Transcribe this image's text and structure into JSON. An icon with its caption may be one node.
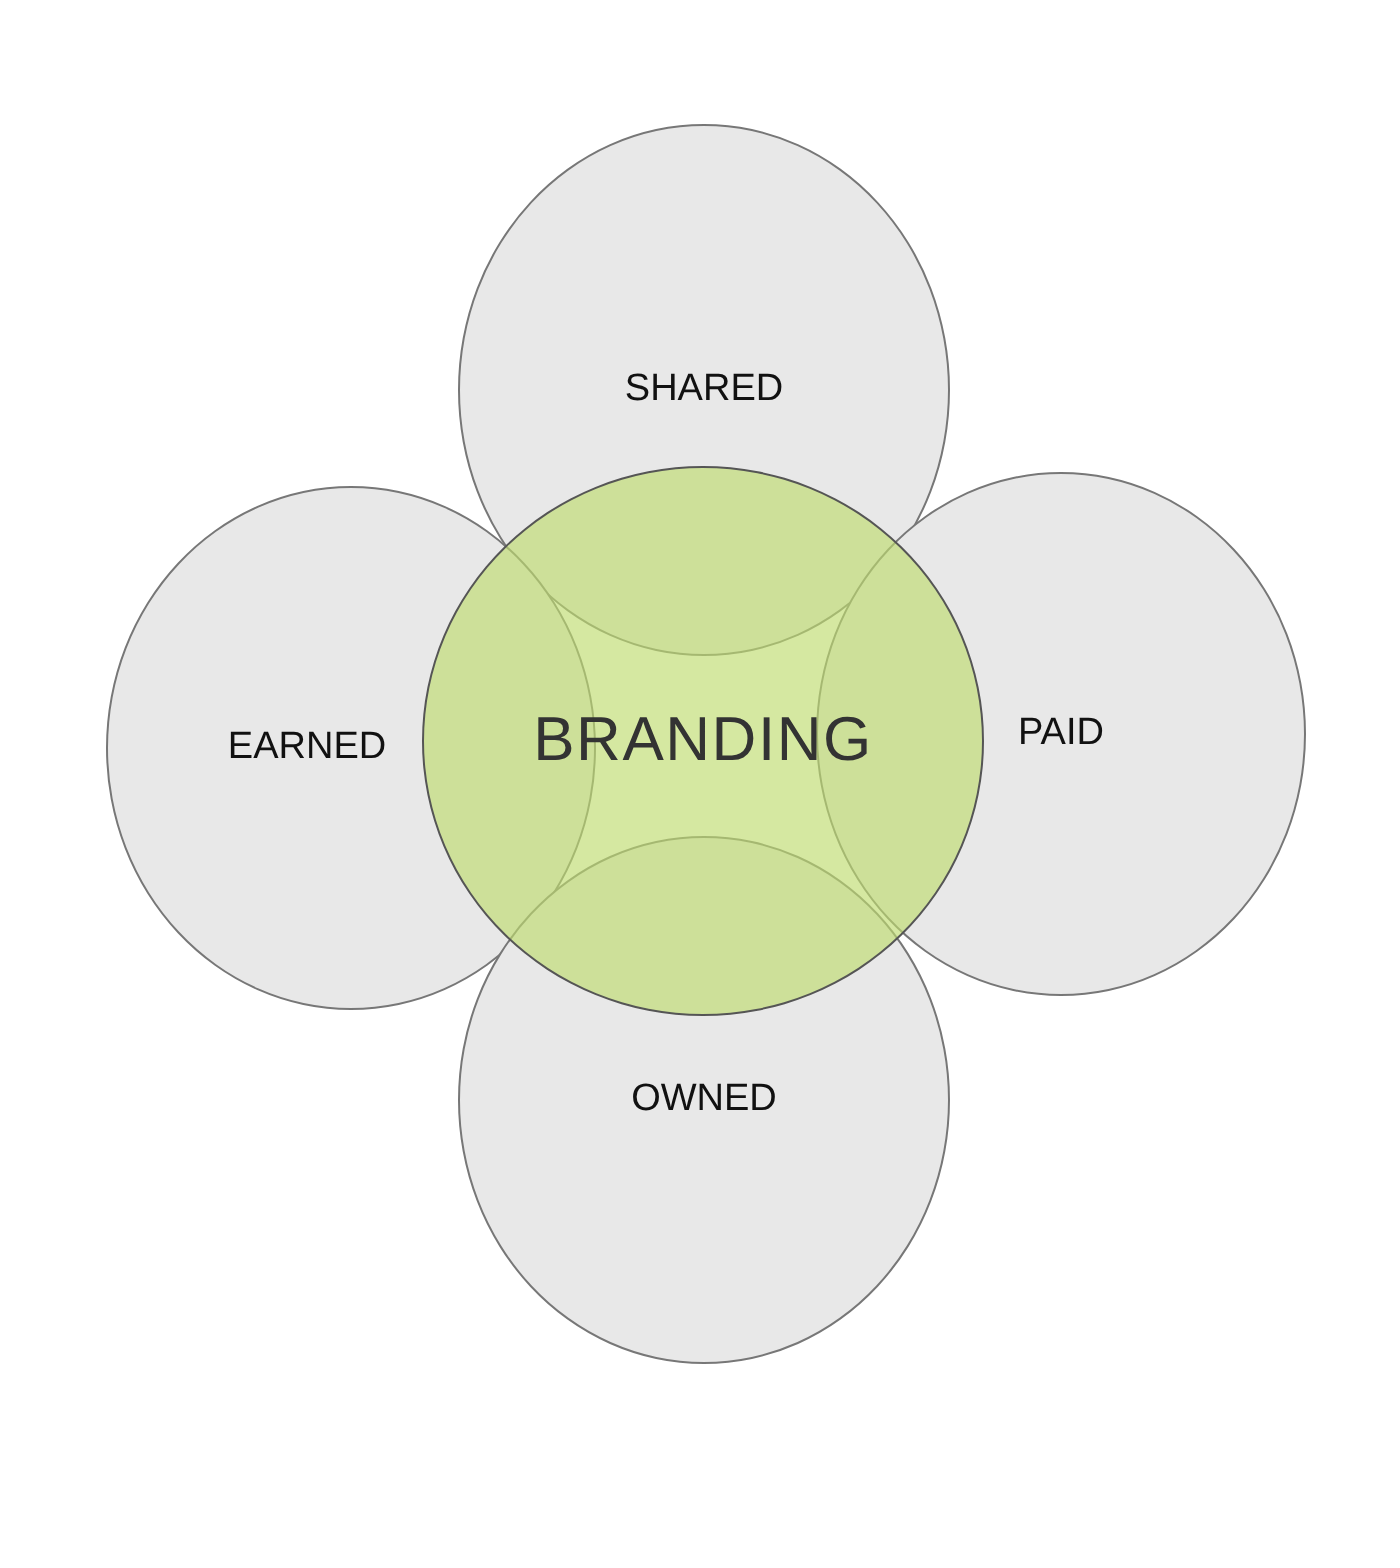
{
  "diagram": {
    "nodes": [
      {
        "text": [
          "SHARED"
        ]
      },
      {
        "text": [
          "EARNED"
        ]
      },
      {
        "text": [
          "BRANDING"
        ]
      },
      {
        "text": [
          "PAID"
        ]
      },
      {
        "text": [
          "OWNED"
        ]
      }
    ]
  }
}
